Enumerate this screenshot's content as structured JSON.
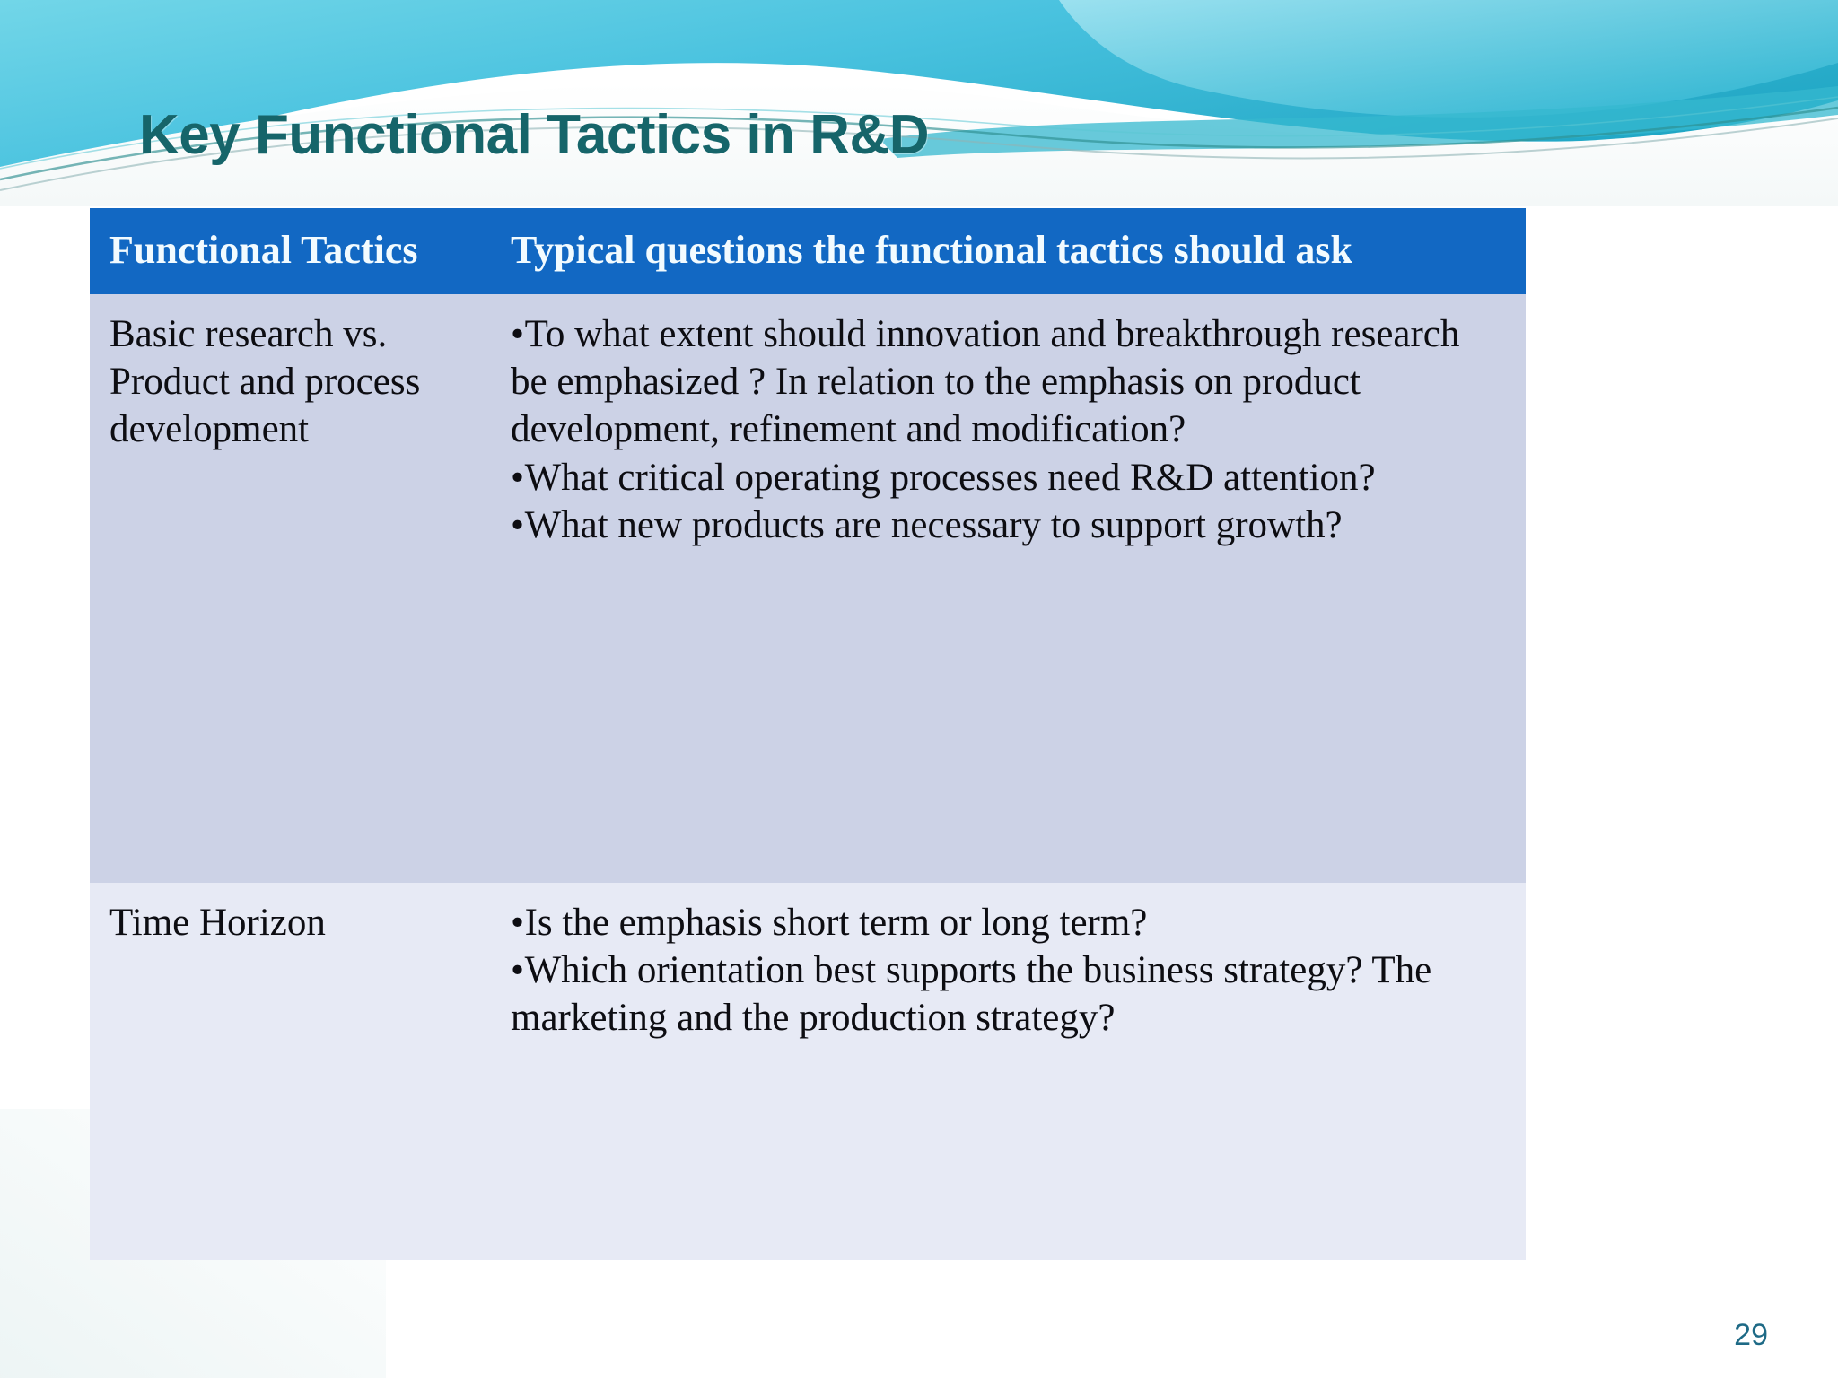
{
  "slide": {
    "title": "Key Functional Tactics in R&D",
    "page_number": "29",
    "colors": {
      "title_teal": "#16656a",
      "table_header_blue": "#1268c3",
      "row_dark": "#ccd2e6",
      "row_light": "#e7eaf5",
      "page_number_teal": "#1e6a86",
      "wave_cyan": "#5ecbe4",
      "wave_teal": "#21a3bd"
    }
  },
  "table": {
    "headers": {
      "col1": "Functional Tactics",
      "col2": "Typical questions the functional tactics should ask"
    },
    "rows": [
      {
        "tactic": "Basic research vs. Product and process development",
        "questions": [
          "To what extent should innovation and breakthrough research be emphasized ? In relation to the emphasis on product development, refinement and modification?",
          "What critical operating processes need R&D attention?",
          "What new products are necessary to support growth?"
        ]
      },
      {
        "tactic": "Time Horizon",
        "questions": [
          "Is the emphasis short term or long term?",
          "Which orientation best supports the business strategy? The marketing and the production strategy?"
        ]
      }
    ]
  }
}
